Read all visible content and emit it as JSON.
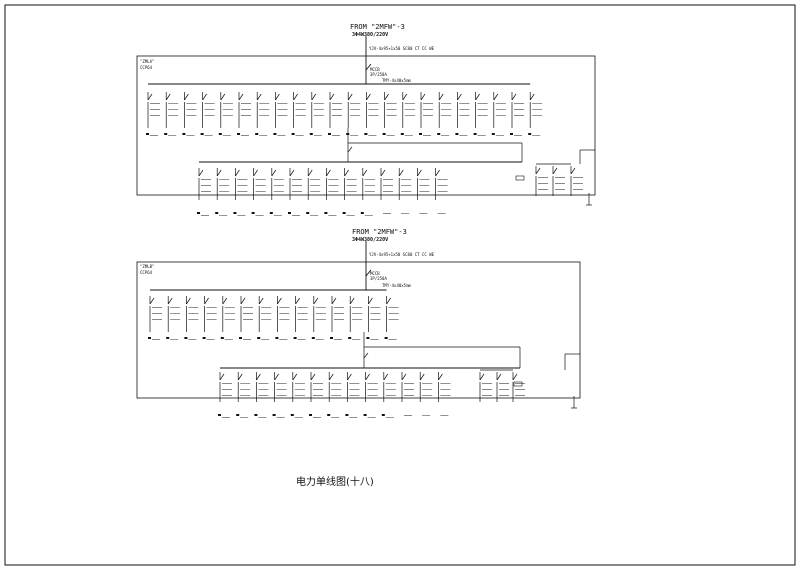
{
  "drawing": {
    "title": "电力单线图(十八)",
    "colors": {
      "line": "#111111",
      "background": "#ffffff"
    }
  },
  "panels": [
    {
      "source_label": "FROM \"2MFW\"-3",
      "voltage": "3Φ4W380/220V",
      "cable": "YJV-4x95+1x50 SC80 CT CC WE",
      "panel_name": "\"ZMLA\"",
      "panel_type": "CCP64",
      "breaker_label": "MCCB",
      "breaker_rating": "3P/250A",
      "bus_label": "TMY-4x40x5mm",
      "upper_circuits": 22,
      "lower_circuits": 14,
      "lower_spare": 4,
      "right_circuits": 3
    },
    {
      "source_label": "FROM \"2MFW\"-3",
      "voltage": "3Φ4W380/220V",
      "cable": "YJV-4x95+1x50 SC80 CT CC WE",
      "panel_name": "\"ZMLB\"",
      "panel_type": "CCP64",
      "breaker_label": "MCCB",
      "breaker_rating": "3P/250A",
      "bus_label": "TMY-4x40x5mm",
      "upper_circuits": 14,
      "lower_circuits": 13,
      "lower_spare": 3,
      "right_circuits": 3
    }
  ]
}
